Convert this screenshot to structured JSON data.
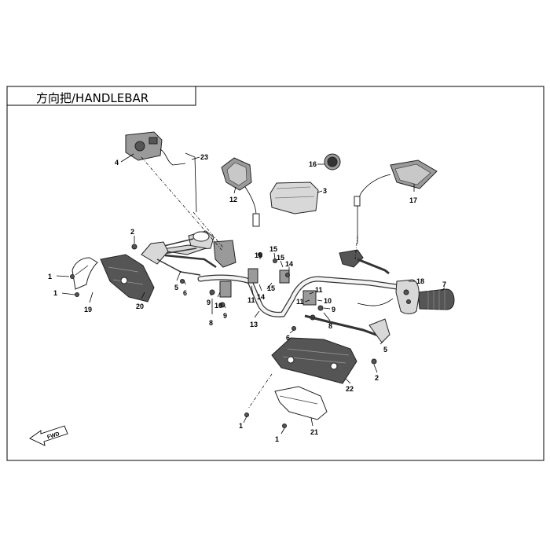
{
  "title": "方向把/HANDLEBAR",
  "fwd_label": "FWD",
  "callouts": {
    "c1a": "1",
    "c1b": "1",
    "c1c": "1",
    "c1d": "1",
    "c2a": "2",
    "c2b": "2",
    "c3": "3",
    "c4": "4",
    "c5a": "5",
    "c5b": "5",
    "c6a": "6",
    "c6b": "6",
    "c7": "7",
    "c8a": "8",
    "c8b": "8",
    "c9a": "9",
    "c9b": "9",
    "c9c": "9",
    "c10a": "10",
    "c10b": "10",
    "c11a": "11",
    "c11b": "11",
    "c11c": "11",
    "c12": "12",
    "c13": "13",
    "c14a": "14",
    "c14b": "14",
    "c15a": "15",
    "c15b": "15",
    "c15c": "15",
    "c16": "16",
    "c17": "17",
    "c18": "18",
    "c19": "19",
    "c20": "20",
    "c21": "21",
    "c22": "22",
    "c23": "23"
  }
}
